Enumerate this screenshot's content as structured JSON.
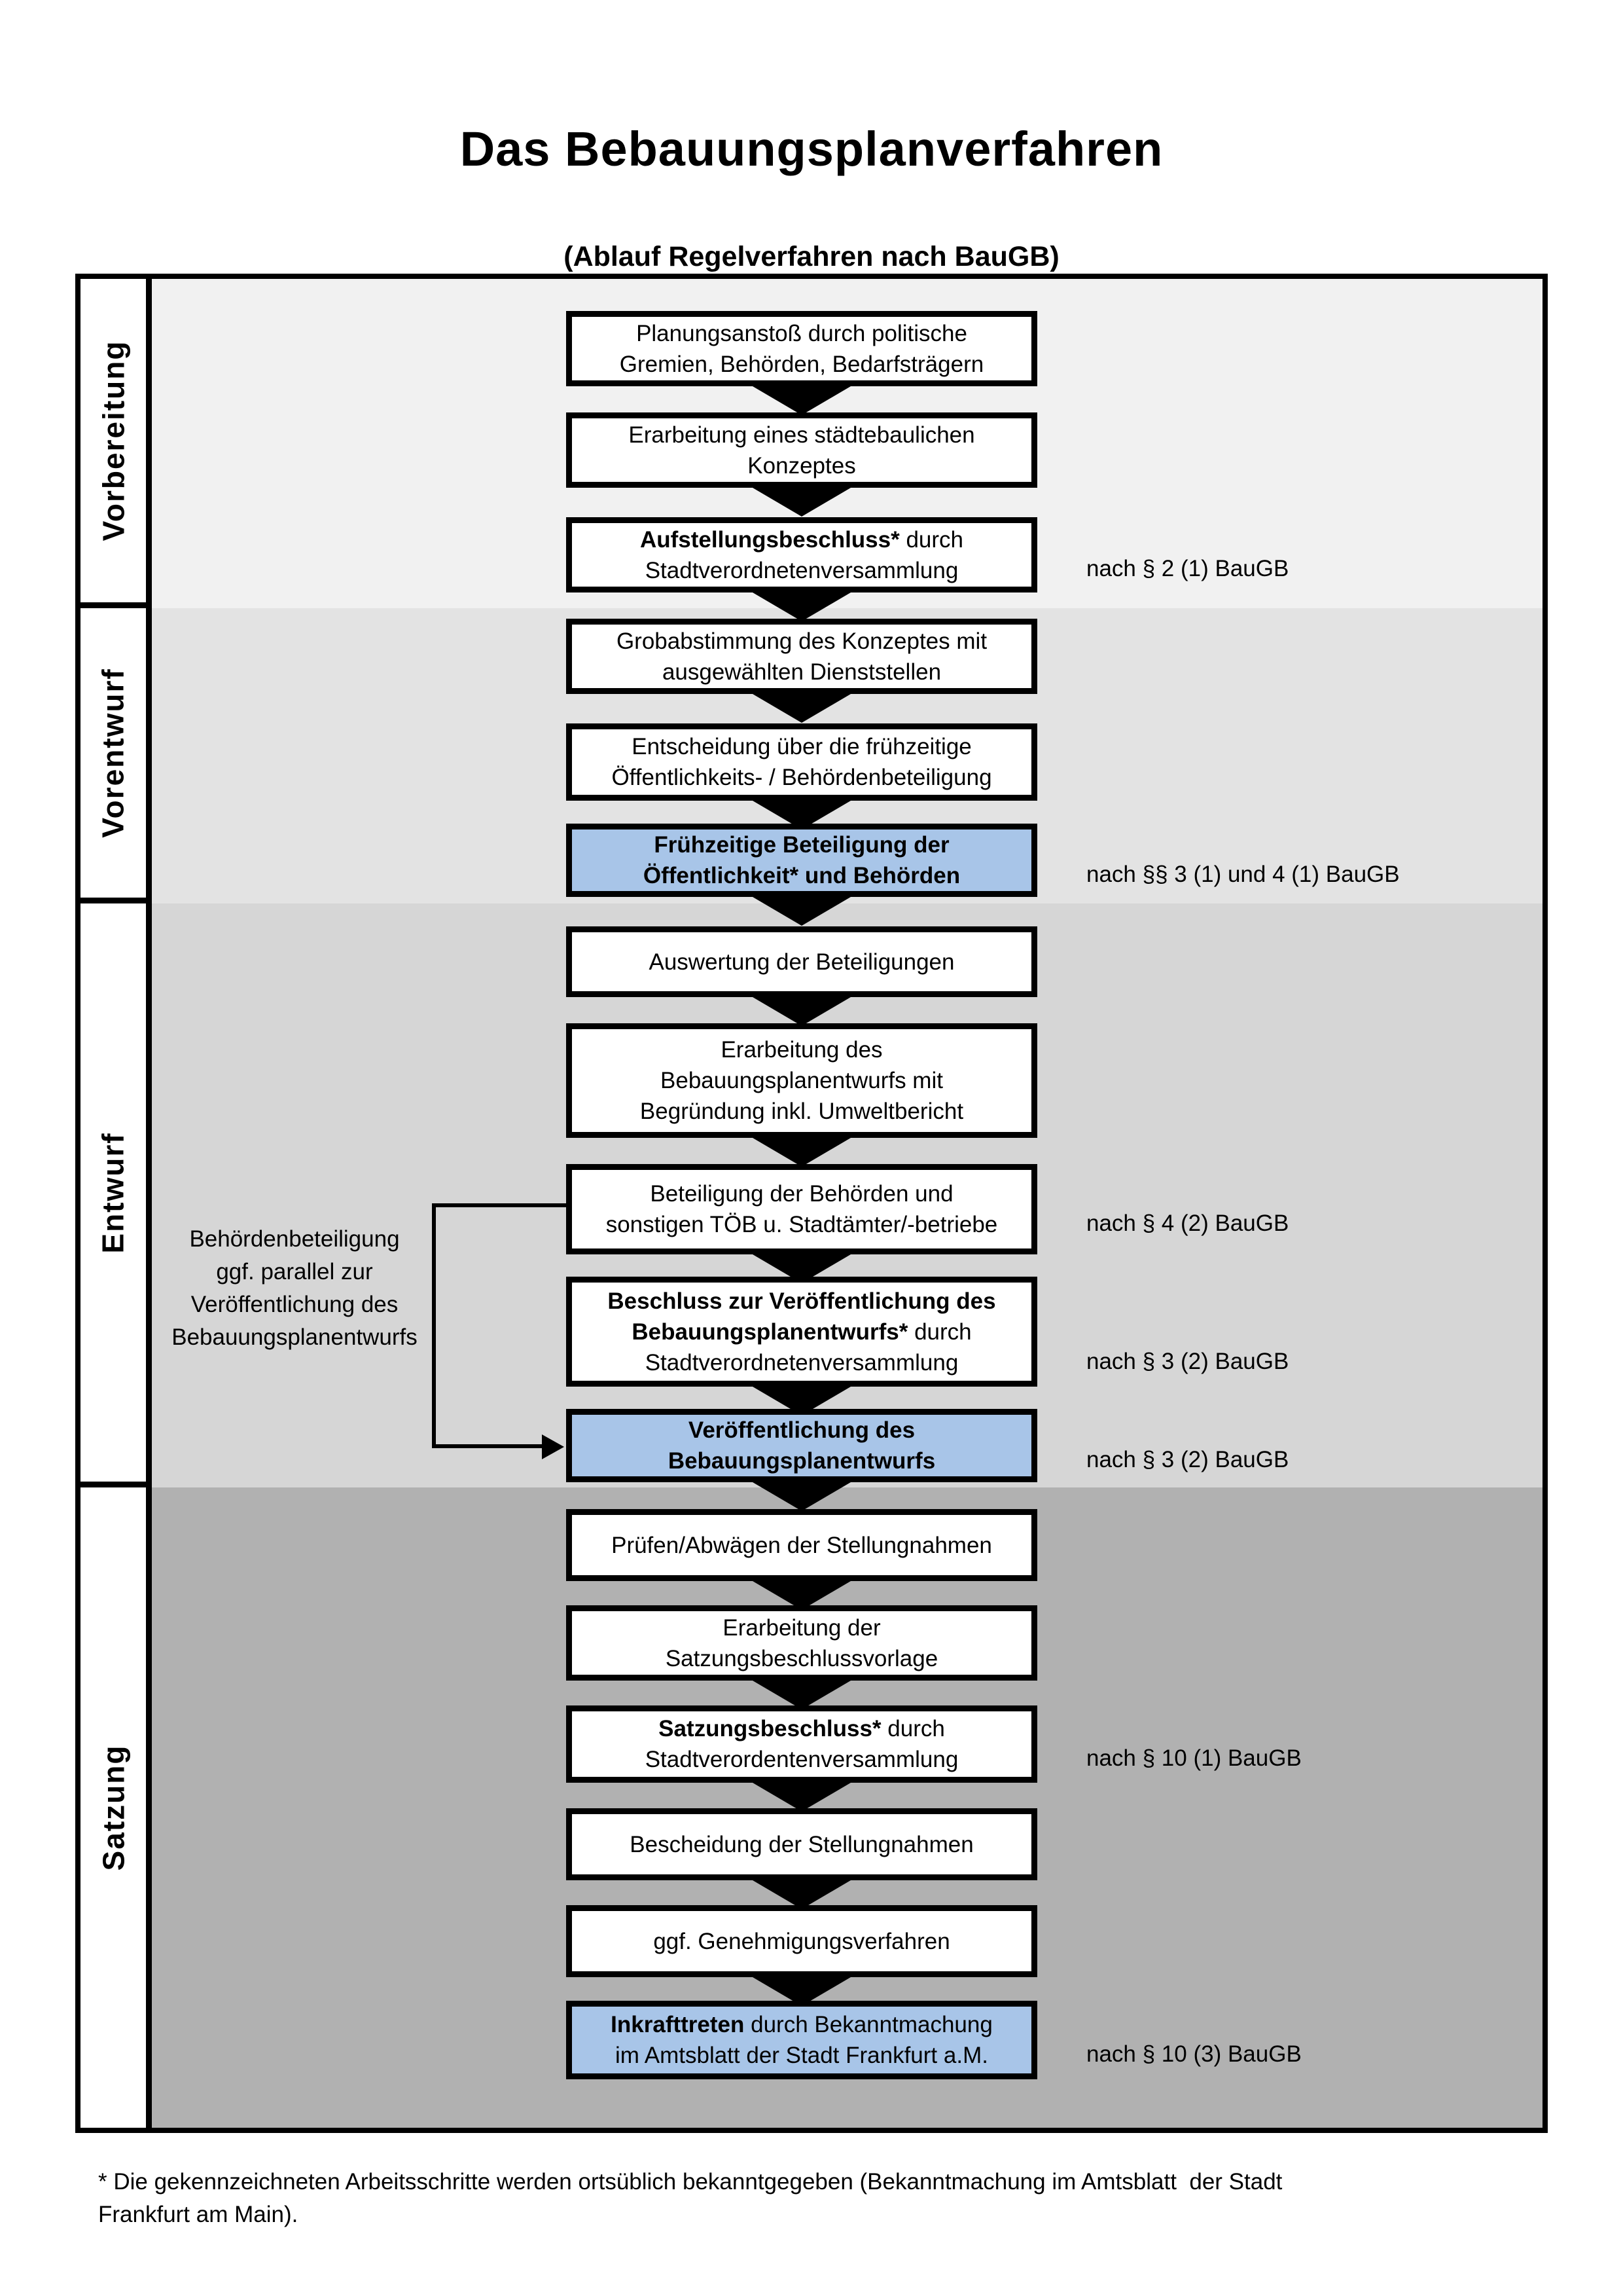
{
  "title": "Das Bebauungsplanverfahren",
  "subtitle": "(Ablauf Regelverfahren nach BauGB)",
  "colors": {
    "highlight_box_blue": "#a8c5e8",
    "phase_vorbereitung_bg": "#f1f1f1",
    "phase_vorentwurf_bg": "#e3e3e3",
    "phase_entwurf_bg": "#d6d6d6",
    "phase_satzung_bg": "#b1b1b1",
    "line_color": "#000000"
  },
  "phases": [
    {
      "label": "Vorbereitung"
    },
    {
      "label": "Vorentwurf"
    },
    {
      "label": "Entwurf"
    },
    {
      "label": "Satzung"
    }
  ],
  "boxes": [
    {
      "lines": [
        [
          {
            "t": "Planungsanstoß durch politische"
          }
        ],
        [
          {
            "t": "Gremien, Behörden, Bedarfsträgern"
          }
        ]
      ]
    },
    {
      "lines": [
        [
          {
            "t": "Erarbeitung eines städtebaulichen"
          }
        ],
        [
          {
            "t": "Konzeptes"
          }
        ]
      ]
    },
    {
      "lines": [
        [
          {
            "t": "Aufstellungsbeschluss*"
          },
          {
            "t": " durch"
          }
        ],
        [
          {
            "t": "Stadtverordnetenversammlung"
          }
        ]
      ]
    },
    {
      "lines": [
        [
          {
            "t": "Grobabstimmung des Konzeptes mit"
          }
        ],
        [
          {
            "t": "ausgewählten Dienststellen"
          }
        ]
      ]
    },
    {
      "lines": [
        [
          {
            "t": "Entscheidung über die frühzeitige"
          }
        ],
        [
          {
            "t": "Öffentlichkeits- / Behördenbeteiligung"
          }
        ]
      ]
    },
    {
      "lines": [
        [
          {
            "t": "Frühzeitige Beteiligung der"
          }
        ],
        [
          {
            "t": "Öffentlichkeit* und Behörden"
          }
        ]
      ]
    },
    {
      "lines": [
        [
          {
            "t": "Auswertung der Beteiligungen"
          }
        ]
      ]
    },
    {
      "lines": [
        [
          {
            "t": "Erarbeitung des"
          }
        ],
        [
          {
            "t": "Bebauungsplanentwurfs mit"
          }
        ],
        [
          {
            "t": "Begründung inkl. Umweltbericht"
          }
        ]
      ]
    },
    {
      "lines": [
        [
          {
            "t": "Beteiligung der Behörden und"
          }
        ],
        [
          {
            "t": "sonstigen TÖB u. Stadtämter/-betriebe"
          }
        ]
      ]
    },
    {
      "lines": [
        [
          {
            "t": "Beschluss zur Veröffentlichung des"
          }
        ],
        [
          {
            "t": "Bebauungsplanentwurfs*"
          },
          {
            "t": " durch"
          }
        ],
        [
          {
            "t": "Stadtverordnetenversammlung"
          }
        ]
      ]
    },
    {
      "lines": [
        [
          {
            "t": "Veröffentlichung des"
          }
        ],
        [
          {
            "t": "Bebauungsplanentwurfs"
          }
        ]
      ]
    },
    {
      "lines": [
        [
          {
            "t": "Prüfen/Abwägen der Stellungnahmen"
          }
        ]
      ]
    },
    {
      "lines": [
        [
          {
            "t": "Erarbeitung der"
          }
        ],
        [
          {
            "t": "Satzungsbeschlussvorlage"
          }
        ]
      ]
    },
    {
      "lines": [
        [
          {
            "t": "Satzungsbeschluss*"
          },
          {
            "t": " durch"
          }
        ],
        [
          {
            "t": "Stadtverordentenversammlung"
          }
        ]
      ]
    },
    {
      "lines": [
        [
          {
            "t": "Bescheidung der Stellungnahmen"
          }
        ]
      ]
    },
    {
      "lines": [
        [
          {
            "t": "ggf. Genehmigungsverfahren"
          }
        ]
      ]
    },
    {
      "lines": [
        [
          {
            "t": "Inkrafttreten"
          },
          {
            "t": " durch Bekanntmachung"
          }
        ],
        [
          {
            "t": "im Amtsblatt der Stadt Frankfurt a.M."
          }
        ]
      ]
    }
  ],
  "laws": [
    {
      "text": "nach § 2 (1) BauGB"
    },
    {
      "text": "nach §§ 3 (1) und 4 (1) BauGB"
    },
    {
      "text": "nach § 4 (2) BauGB"
    },
    {
      "text": "nach § 3 (2) BauGB"
    },
    {
      "text": "nach § 3 (2) BauGB"
    },
    {
      "text": "nach § 10 (1) BauGB"
    },
    {
      "text": "nach § 10 (3) BauGB"
    }
  ],
  "annotation": {
    "lines": [
      "Behördenbeteiligung",
      "ggf. parallel zur",
      "Veröffentlichung des",
      "Bebauungsplanentwurfs"
    ]
  },
  "footnote": {
    "line1": "* Die gekennzeichneten Arbeitsschritte werden ortsüblich bekanntgegeben (Bekanntmachung im Amtsblatt  der Stadt",
    "line2": "Frankfurt am Main)."
  }
}
